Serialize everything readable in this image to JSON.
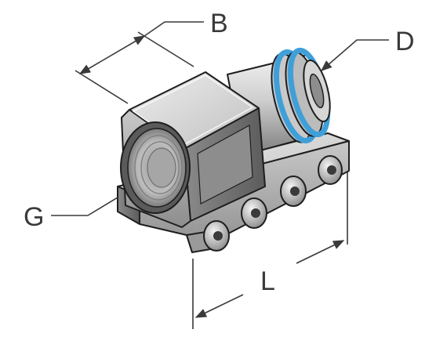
{
  "diagram": {
    "labels": {
      "b": "B",
      "d": "D",
      "g": "G",
      "l": "L"
    },
    "colors": {
      "outline": "#1e1e1e",
      "metal_light": "#d9d9d9",
      "metal_mid": "#a9a9a9",
      "metal_dark": "#6e6e6e",
      "seal_ring": "#3f9fd8",
      "dimension_line": "#3a3a3a"
    }
  }
}
